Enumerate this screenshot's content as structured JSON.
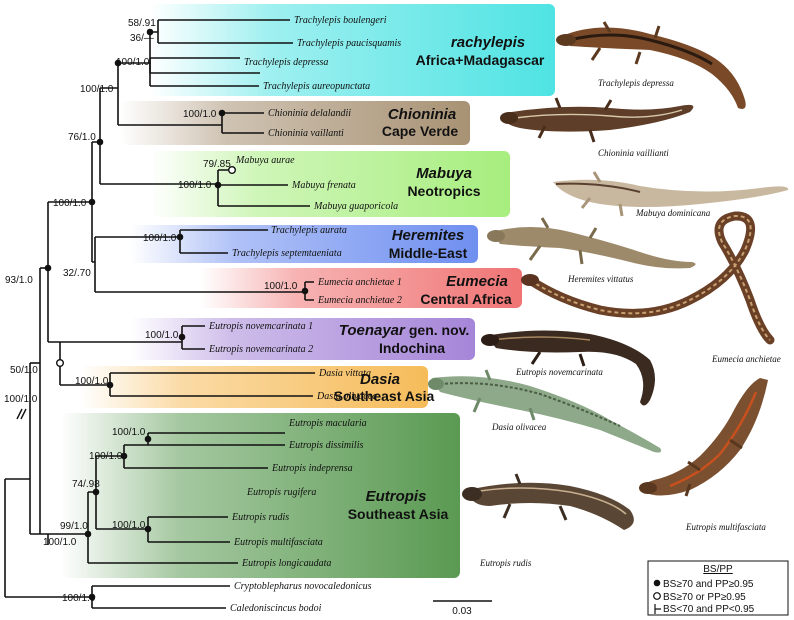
{
  "figure": {
    "clades": [
      {
        "name": "rachylepis",
        "region": "Africa+Madagascar",
        "color": "#4fe3e3"
      },
      {
        "name": "Chioninia",
        "region": "Cape Verde",
        "color": "#a89274"
      },
      {
        "name": "Mabuya",
        "region": "Neotropics",
        "color": "#a7ee7e"
      },
      {
        "name": "Heremites",
        "region": "Middle-East",
        "color": "#6f8ff0"
      },
      {
        "name": "Eumecia",
        "region": "Central Africa",
        "color": "#f07474"
      },
      {
        "name": "Toenayar",
        "name_suffix": "gen. nov.",
        "region": "Indochina",
        "color": "#a585d8"
      },
      {
        "name": "Dasia",
        "region": "Southeast Asia",
        "color": "#f6bc5a"
      },
      {
        "name": "Eutropis",
        "region": "Southeast Asia",
        "color": "#5a9a52"
      }
    ],
    "taxa": [
      "Trachylepis boulengeri",
      "Trachylepis paucisquamis",
      "Trachylepis depressa",
      "Trachylepis aureopunctata",
      "Chioninia delalandii",
      "Chioninia vaillanti",
      "Mabuya aurae",
      "Mabuya frenata",
      "Mabuya guaporicola",
      "Trachylepis aurata",
      "Trachylepis septemtaeniata",
      "Eumecia anchietae 1",
      "Eumecia anchietae 2",
      "Eutropis novemcarinata 1",
      "Eutropis novemcarinata 2",
      "Dasia vittata",
      "Dasia olivacea",
      "Eutropis macularia",
      "Eutropis dissimilis",
      "Eutropis indeprensa",
      "Eutropis rugifera",
      "Eutropis rudis",
      "Eutropis multifasciata",
      "Eutropis longicaudata",
      "Cryptoblepharus novocaledonicus",
      "Caledoniscincus bodoi"
    ],
    "support": [
      "58/.91",
      "36/—",
      "100/1.0",
      "100/1.0",
      "100/1.0",
      "76/1.0",
      "79/.85",
      "100/1.0",
      "100/1.0",
      "100/1.0",
      "32/.70",
      "100/1.0",
      "93/1.0",
      "100/1.0",
      "50/1.0",
      "100/1.0",
      "100/1.0",
      "100/1.0",
      "100/1.0",
      "74/.98",
      "100/1.0",
      "99/1.0",
      "100/1.0",
      "100/1.0"
    ],
    "photo_captions": [
      "Trachylepis depressa",
      "Chioninia vaillianti",
      "Mabuya dominicana",
      "Heremites vittatus",
      "Eumecia anchietae",
      "Eutropis novemcarinata",
      "Dasia olivacea",
      "Eutropis multifasciata",
      "Eutropis rudis"
    ],
    "scale_bar": "0.03",
    "legend": {
      "title": "BS/PP",
      "filled": "BS≥70 and PP≥0.95",
      "open": "BS≥70 or PP≥0.95",
      "none": "BS<70 and PP<0.95"
    }
  }
}
